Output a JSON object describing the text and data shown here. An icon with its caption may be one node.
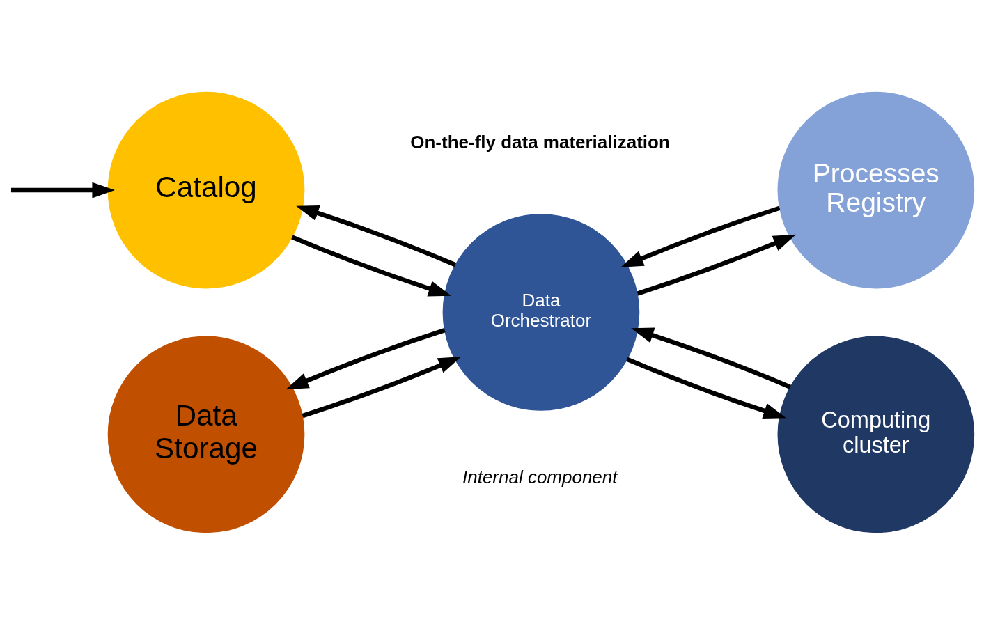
{
  "diagram": {
    "nodes": [
      {
        "text": [
          "Catalog"
        ]
      },
      {
        "text": [
          "Data Orchestrator"
        ],
        "beside": [
          "On-the-fly data materialization",
          "Internal component"
        ]
      },
      {
        "text": [
          "Processes Registry"
        ]
      },
      {
        "text": [
          "Data Storage"
        ]
      },
      {
        "text": [
          "Computing cluster"
        ]
      }
    ],
    "edges": [
      {
        "from": null,
        "to": 0,
        "arrow": "to"
      },
      {
        "from": 0,
        "to": 1,
        "arrow": "to"
      },
      {
        "from": 1,
        "to": 0,
        "arrow": "to"
      },
      {
        "from": 1,
        "to": 2,
        "arrow": "to"
      },
      {
        "from": 2,
        "to": 1,
        "arrow": "to"
      },
      {
        "from": 3,
        "to": 1,
        "arrow": "to"
      },
      {
        "from": 1,
        "to": 3,
        "arrow": "to"
      },
      {
        "from": 1,
        "to": 4,
        "arrow": "to"
      },
      {
        "from": 4,
        "to": 1,
        "arrow": "to"
      }
    ]
  }
}
